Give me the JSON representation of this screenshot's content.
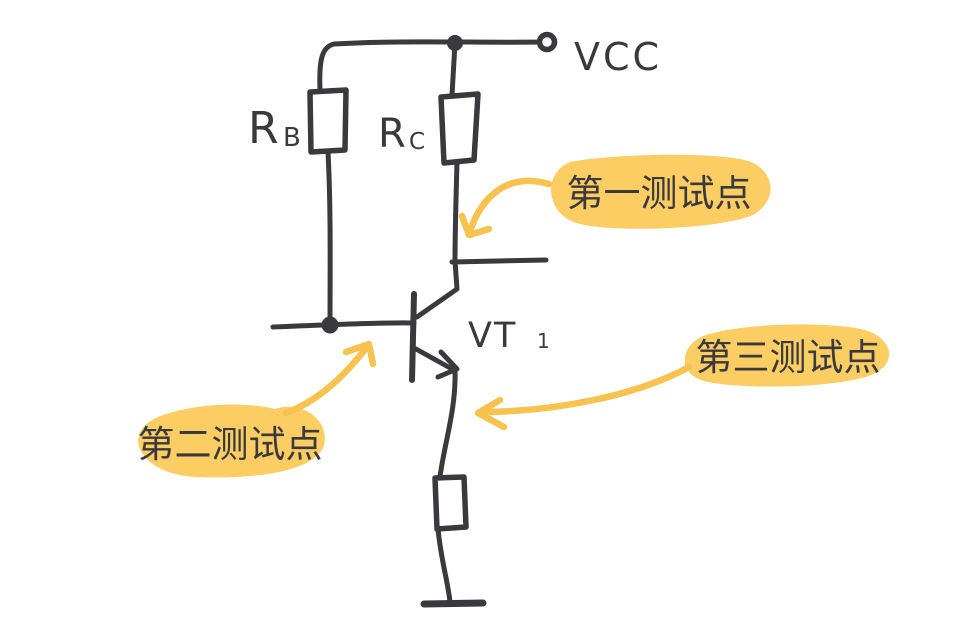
{
  "colors": {
    "ink": "#3a3a3e",
    "highlight": "#fccd63",
    "arrow": "#f7c24e",
    "background": "#ffffff"
  },
  "circuit": {
    "power_label": "VCC",
    "resistor_base": {
      "symbol": "R",
      "subscript": "B"
    },
    "resistor_collector": {
      "symbol": "R",
      "subscript": "C"
    },
    "transistor": {
      "symbol": "VT",
      "subscript": "1"
    }
  },
  "test_points": [
    {
      "label": "第一测试点"
    },
    {
      "label": "第二测试点"
    },
    {
      "label": "第三测试点"
    }
  ]
}
